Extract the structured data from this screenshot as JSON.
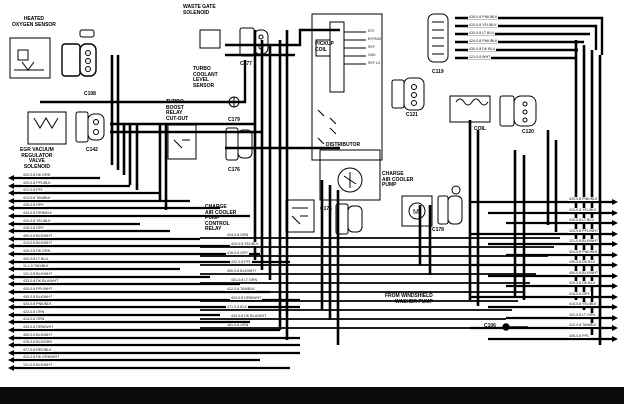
{
  "components": {
    "heated_o2": {
      "title": "HEATED\nOXYGEN SENSOR",
      "conn": "C108"
    },
    "waste_gate": {
      "title": "WASTE GATE\nSOLENOID",
      "conn": "C177"
    },
    "turbo_coolant": {
      "title": "TURBO\nCOOLANT\nLEVEL\nSENSOR"
    },
    "turbo_boost": {
      "title": "TURBO\nBOOST\nRELAY\nCUT-OUT",
      "conn": "C179"
    },
    "egr": {
      "title": "EGR VACUUM\nREGULATOR\nVALVE\nSOLENOID",
      "conn": "C142"
    },
    "pickup_coil": {
      "title": "PICKUP\nCOIL"
    },
    "distributor": {
      "title": "DISTRIBUTOR",
      "conn": "C175"
    },
    "charge_pump": {
      "title": "CHARGE\nAIR COOLER\nPUMP",
      "conn": "C178"
    },
    "charge_relay": {
      "title": "CHARGE\nAIR COOLER\nPUMP\nCONTROL\nRELAY",
      "conn": "C176"
    },
    "coil": {
      "title": "COIL",
      "conn": "C120"
    },
    "c119": {
      "conn": "C119"
    },
    "c121": {
      "conn": "C121"
    },
    "washer": {
      "title": "FROM WINDSHIELD\nWASHER PUMP"
    },
    "ground": {
      "conn": "C106"
    }
  },
  "left_wires": [
    "432-0.8 DK GRN",
    "420-0.8 PPL/BLK",
    "412-0.8 PPL",
    "413-0.8 TAN/BLK",
    "435-0.8 GRY",
    "434-0.8 ORN/BLK",
    "410-0.8 YEL/BLK",
    "416-0.8 GRY",
    "450-0.8 BLK/WHT",
    "414-0.8 BLK/WHT",
    "426-0.8 DK GRN",
    "432-0.8 LT BLU",
    "11-1.0 TAN/BLK",
    "121-0.8 BLK/WHT",
    "433-0.8 DK BLU/WHT",
    "430-0.8 PPL/WHT",
    "450-0.8 BLK/WHT",
    "424-0.8 PNK/BLK",
    "423-0.8 ORN",
    "414-0.8 ORN",
    "433-0.8 ORN/WHT",
    "460-0.8 BLK/WHT",
    "476-0.8 BLK/GRN",
    "477-0.8 RED/BLK",
    "412-0.8 DK GRN/WHT",
    "121-0.8 BLK/WHT"
  ],
  "right_wires": [
    "439-0.8 PNK/BLK",
    "410-0.8 YEL/BLK",
    "430-0.8 LT BLU",
    "120-0.8 PPL/WHT",
    "121-0.8 BLK/WHT",
    "424-0.8 PNK/BLK",
    "430-0.8 DK BLU",
    "450-0.8 BLK/WHT",
    "433-0.8 DK BLU",
    "416-0.8 GRY",
    "410-0.8 YEL/BLK",
    "431-0.8 LT GRN",
    "412-0.8 TAN/BLK",
    "426-0.8 PPL"
  ],
  "mid_wires": [
    "424-0.8 ORN",
    "410-0.8 YEL/BLK",
    "416-0.8 GRY",
    "432-0.8 PPL",
    "450-0.8 BLK/WHT",
    "431-0.8 LT GRN",
    "412-0.8 TAN/BLK",
    "424-0.8 ORN/WHT",
    "471-0.8 BLK",
    "433-0.8 DK BLU/WHT",
    "461-0.8 ORN"
  ],
  "top_wires": [
    "439-0.8 PNK/BLK",
    "410-0.8 YEL/BLK",
    "430-0.8 LT BLU",
    "424-0.8 PNK/BLK",
    "430-0.8 DK BLU",
    "121-0.8 WHT"
  ],
  "module_pins": [
    "EST",
    "BYPASS",
    "REF",
    "GND",
    "REF LO"
  ]
}
